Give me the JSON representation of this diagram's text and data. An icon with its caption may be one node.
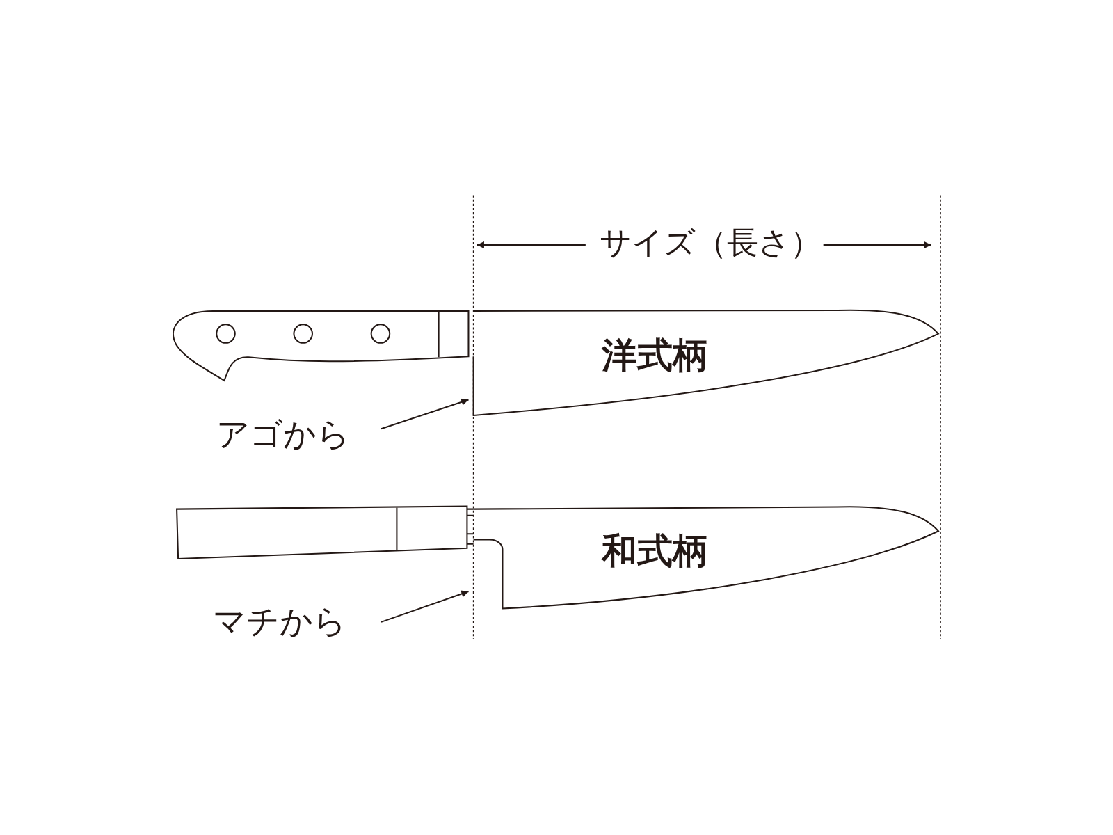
{
  "diagram": {
    "nodes": [
      {
        "text": [
          "洋式柄"
        ]
      },
      {
        "text": [
          "アゴから"
        ]
      },
      {
        "text": [
          "和式柄"
        ]
      },
      {
        "text": [
          "マチから"
        ]
      }
    ],
    "edges": [
      {
        "from": 1,
        "to": 0,
        "arrow": "to"
      },
      {
        "from": 3,
        "to": 2,
        "arrow": "to"
      }
    ],
    "labels": [
      "サイズ（長さ）"
    ]
  }
}
